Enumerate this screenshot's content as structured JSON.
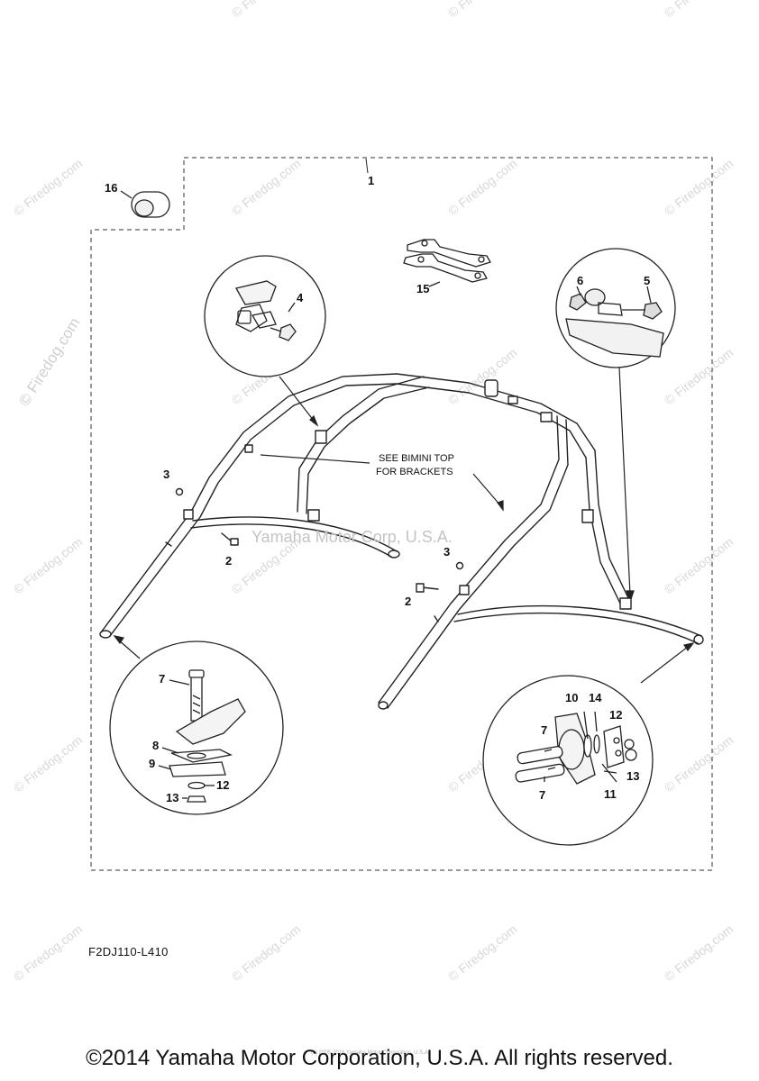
{
  "diagram": {
    "callouts": {
      "c1": "1",
      "c2a": "2",
      "c2b": "2",
      "c3a": "3",
      "c3b": "3",
      "c4": "4",
      "c5": "5",
      "c6": "6",
      "c7a": "7",
      "c7b": "7",
      "c7c": "7",
      "c8": "8",
      "c9": "9",
      "c10": "10",
      "c11": "11",
      "c12a": "12",
      "c12b": "12",
      "c13a": "13",
      "c13b": "13",
      "c14": "14",
      "c15": "15",
      "c16": "16"
    },
    "note_line1": "SEE BIMINI TOP",
    "note_line2": "FOR BRACKETS",
    "center_watermark": "Yamaha Motor Corp, U.S.A.",
    "fine_print": "(c) 2005-2016 Yamaha Motor Corporation, U.S.A."
  },
  "watermark": {
    "text": "© Firedog.com"
  },
  "reference_code": "F2DJ110-L410",
  "copyright": "©2014 Yamaha Motor Corporation, U.S.A. All rights reserved.",
  "colors": {
    "line": "#222222",
    "watermark": "#d6d6d6"
  }
}
